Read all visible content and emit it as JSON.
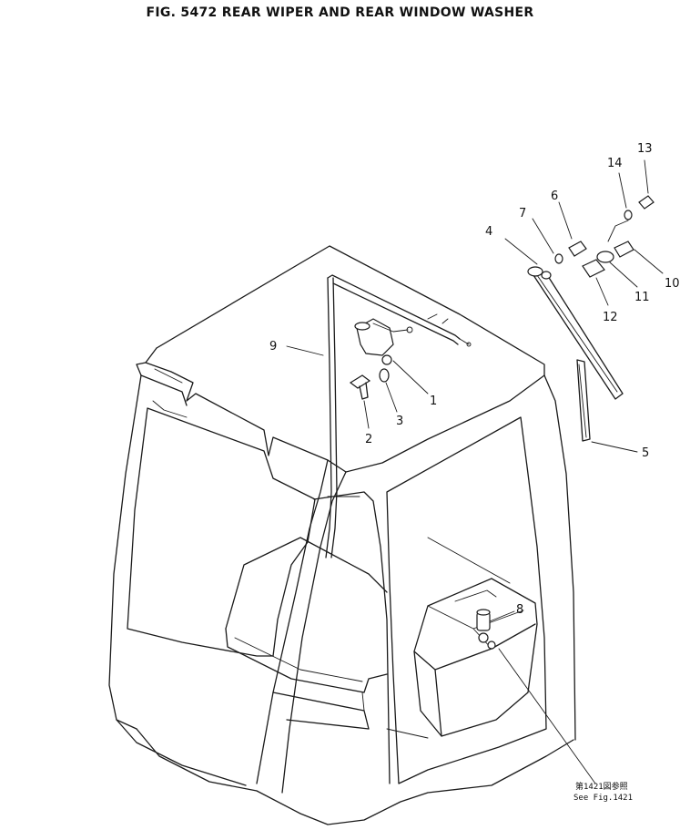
{
  "figure": {
    "title": "FIG. 5472  REAR WIPER AND REAR WINDOW WASHER"
  },
  "callouts": [
    {
      "id": "c1",
      "label": "1"
    },
    {
      "id": "c2",
      "label": "2"
    },
    {
      "id": "c3",
      "label": "3"
    },
    {
      "id": "c4",
      "label": "4"
    },
    {
      "id": "c5",
      "label": "5"
    },
    {
      "id": "c6",
      "label": "6"
    },
    {
      "id": "c7",
      "label": "7"
    },
    {
      "id": "c8",
      "label": "8"
    },
    {
      "id": "c9",
      "label": "9"
    },
    {
      "id": "c10",
      "label": "10"
    },
    {
      "id": "c11",
      "label": "11"
    },
    {
      "id": "c12",
      "label": "12"
    },
    {
      "id": "c13",
      "label": "13"
    },
    {
      "id": "c14",
      "label": "14"
    }
  ],
  "reference_note": {
    "line1": "第1421図参照",
    "line2": "See Fig.1421"
  }
}
